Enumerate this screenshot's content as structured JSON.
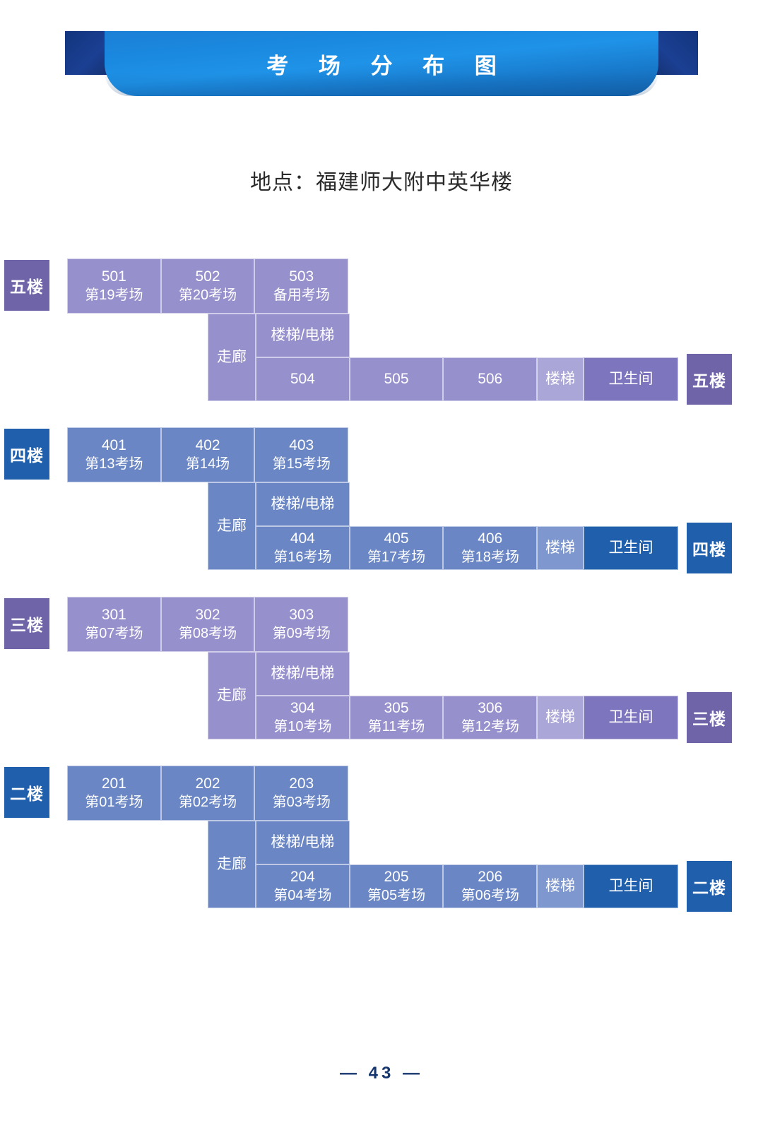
{
  "banner": {
    "title": "考 场 分 布 图"
  },
  "subtitle": "地点：福建师大附中英华楼",
  "footer": {
    "page": "— 43 —"
  },
  "labels": {
    "corridor": "走廊",
    "stair_elevator": "楼梯/电梯",
    "stair": "楼梯",
    "restroom": "卫生间"
  },
  "colors": {
    "banner_blue": "#1f93e8",
    "banner_fold": "#14306f",
    "purple_room": "#9690cc",
    "purple_stair": "#aba6d8",
    "purple_wc": "#7d75bd",
    "purple_badge": "#6f64a8",
    "blue_room": "#6a86c4",
    "blue_stair": "#7e97ce",
    "blue_wc": "#1f5fac",
    "blue_badge": "#1f5fac",
    "footer_text": "#15356e"
  },
  "floors": [
    {
      "badge_left": "五楼",
      "badge_right": "五楼",
      "theme": "purple",
      "top_rooms": [
        {
          "no": "501",
          "exam": "第19考场"
        },
        {
          "no": "502",
          "exam": "第20考场"
        },
        {
          "no": "503",
          "exam": "备用考场"
        }
      ],
      "corridor": "走廊",
      "stair_elevator": "楼梯/电梯",
      "bottom_rooms": [
        {
          "no": "504",
          "exam": ""
        },
        {
          "no": "505",
          "exam": ""
        },
        {
          "no": "506",
          "exam": ""
        }
      ],
      "stair": "楼梯",
      "restroom": "卫生间"
    },
    {
      "badge_left": "四楼",
      "badge_right": "四楼",
      "theme": "blue",
      "top_rooms": [
        {
          "no": "401",
          "exam": "第13考场"
        },
        {
          "no": "402",
          "exam": "第14场"
        },
        {
          "no": "403",
          "exam": "第15考场"
        }
      ],
      "corridor": "走廊",
      "stair_elevator": "楼梯/电梯",
      "bottom_rooms": [
        {
          "no": "404",
          "exam": "第16考场"
        },
        {
          "no": "405",
          "exam": "第17考场"
        },
        {
          "no": "406",
          "exam": "第18考场"
        }
      ],
      "stair": "楼梯",
      "restroom": "卫生间"
    },
    {
      "badge_left": "三楼",
      "badge_right": "三楼",
      "theme": "purple",
      "top_rooms": [
        {
          "no": "301",
          "exam": "第07考场"
        },
        {
          "no": "302",
          "exam": "第08考场"
        },
        {
          "no": "303",
          "exam": "第09考场"
        }
      ],
      "corridor": "走廊",
      "stair_elevator": "楼梯/电梯",
      "bottom_rooms": [
        {
          "no": "304",
          "exam": "第10考场"
        },
        {
          "no": "305",
          "exam": "第11考场"
        },
        {
          "no": "306",
          "exam": "第12考场"
        }
      ],
      "stair": "楼梯",
      "restroom": "卫生间"
    },
    {
      "badge_left": "二楼",
      "badge_right": "二楼",
      "theme": "blue",
      "top_rooms": [
        {
          "no": "201",
          "exam": "第01考场"
        },
        {
          "no": "202",
          "exam": "第02考场"
        },
        {
          "no": "203",
          "exam": "第03考场"
        }
      ],
      "corridor": "走廊",
      "stair_elevator": "楼梯/电梯",
      "bottom_rooms": [
        {
          "no": "204",
          "exam": "第04考场"
        },
        {
          "no": "205",
          "exam": "第05考场"
        },
        {
          "no": "206",
          "exam": "第06考场"
        }
      ],
      "stair": "楼梯",
      "restroom": "卫生间"
    }
  ]
}
